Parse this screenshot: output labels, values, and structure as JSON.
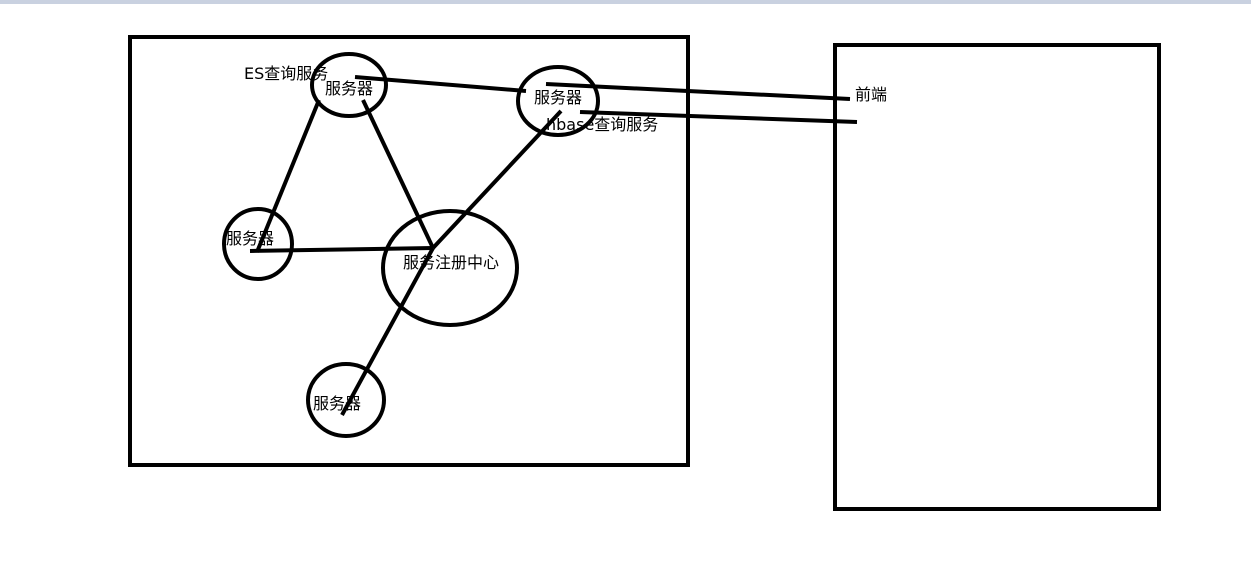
{
  "colors": {
    "stroke": "#000000",
    "background": "#ffffff",
    "top_strip": "#c9d1e0"
  },
  "labels": {
    "es_service": "ES查询服务",
    "server_es": "服务器",
    "server_hbase": "服务器",
    "hbase_service": "hbase查询服务",
    "server_left": "服务器",
    "registry": "服务注册中心",
    "server_bottom": "服务器",
    "frontend": "前端"
  }
}
